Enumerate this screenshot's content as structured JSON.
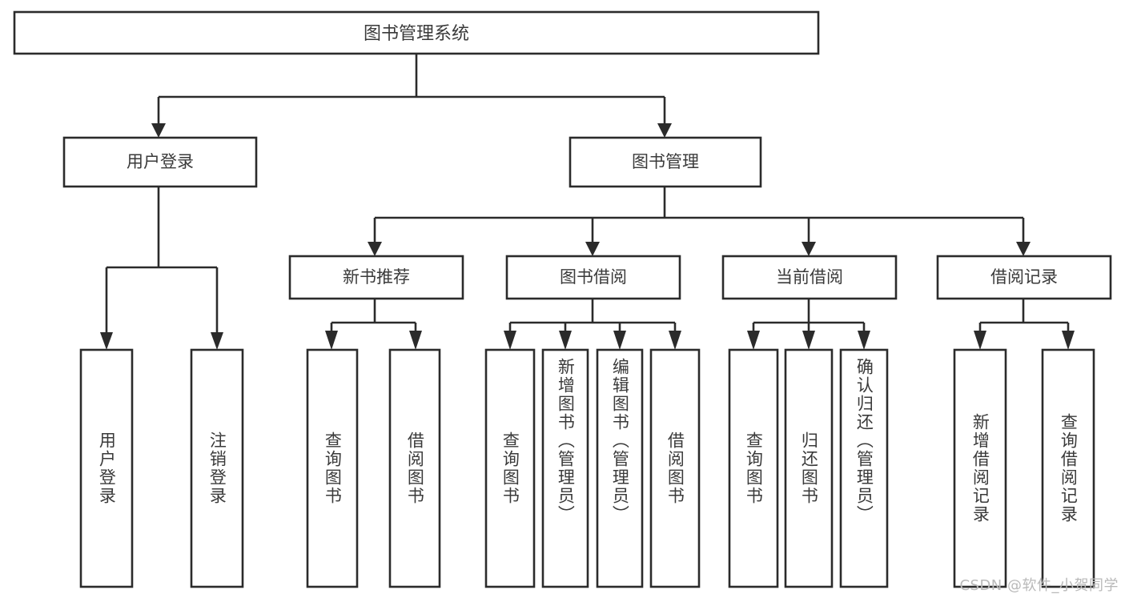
{
  "diagram": {
    "type": "tree-hierarchy-diagram",
    "title": "图书管理系统",
    "colors": {
      "stroke": "#2b2b2b",
      "box_fill": "#ffffff",
      "text": "#3a3a3a",
      "background": "#ffffff",
      "watermark": "#b9b9b9"
    },
    "watermark": "CSDN @软件_小贺同学",
    "root": {
      "id": "root",
      "label": "图书管理系统"
    },
    "level2": [
      {
        "id": "user-login",
        "label": "用户登录"
      },
      {
        "id": "book-management",
        "label": "图书管理"
      }
    ],
    "level3": [
      {
        "id": "new-book-recommend",
        "label": "新书推荐",
        "parent": "book-management"
      },
      {
        "id": "book-borrow",
        "label": "图书借阅",
        "parent": "book-management"
      },
      {
        "id": "current-borrow",
        "label": "当前借阅",
        "parent": "book-management"
      },
      {
        "id": "borrow-record",
        "label": "借阅记录",
        "parent": "book-management"
      }
    ],
    "leaves": {
      "user-login": [
        {
          "id": "leaf-user-login",
          "label": "用户登录"
        },
        {
          "id": "leaf-user-logout",
          "label": "注销登录"
        }
      ],
      "new-book-recommend": [
        {
          "id": "leaf-query-book-1",
          "label": "查询图书"
        },
        {
          "id": "leaf-borrow-book-1",
          "label": "借阅图书"
        }
      ],
      "book-borrow": [
        {
          "id": "leaf-query-book-2",
          "label": "查询图书"
        },
        {
          "id": "leaf-add-book",
          "label": "新增图书（管理员）"
        },
        {
          "id": "leaf-edit-book",
          "label": "编辑图书（管理员）"
        },
        {
          "id": "leaf-borrow-book-2",
          "label": "借阅图书"
        }
      ],
      "current-borrow": [
        {
          "id": "leaf-query-book-3",
          "label": "查询图书"
        },
        {
          "id": "leaf-return-book",
          "label": "归还图书"
        },
        {
          "id": "leaf-confirm-return",
          "label": "确认归还（管理员）"
        }
      ],
      "borrow-record": [
        {
          "id": "leaf-add-record",
          "label": "新增借阅记录"
        },
        {
          "id": "leaf-query-record",
          "label": "查询借阅记录"
        }
      ]
    }
  }
}
